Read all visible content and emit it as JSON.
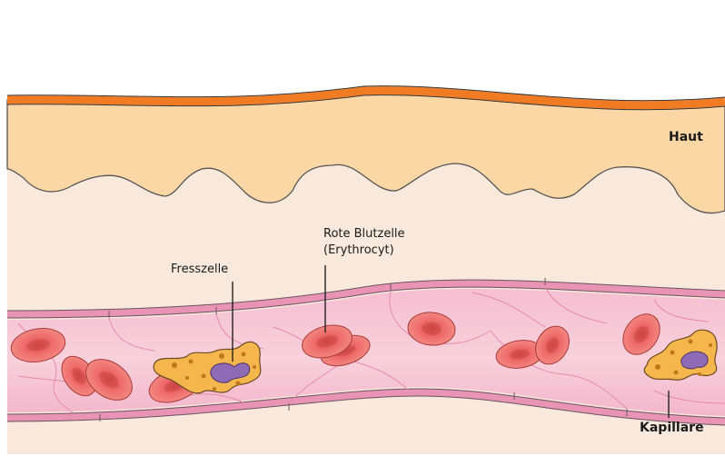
{
  "labels": {
    "skin": "Haut",
    "phagocyte": "Fresszelle",
    "rbc_line1": "Rote Blutzelle",
    "rbc_line2": "(Erythrocyt)",
    "capillary": "Kapillare"
  },
  "colors": {
    "epidermis_line": "#f07b22",
    "skin_fill": "#fbd7a6",
    "tissue_bg": "#f8e9dc",
    "vessel_fill": "#f6c3d4",
    "vessel_wall": "#e994b4",
    "rbc_fill": "#ef6e6e",
    "phagocyte_fill": "#f5b64e",
    "nucleus": "#8e6bb4"
  }
}
